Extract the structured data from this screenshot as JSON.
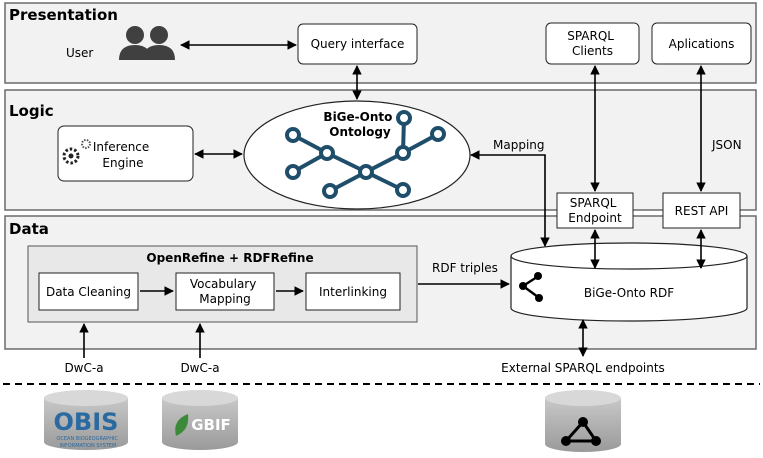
{
  "layers": {
    "presentation": "Presentation",
    "logic": "Logic",
    "data": "Data"
  },
  "presentation": {
    "user": "User",
    "query_interface": "Query interface",
    "sparql_clients": [
      "SPARQL",
      "Clients"
    ],
    "applications": "Aplications"
  },
  "logic": {
    "inference_engine": [
      "Inference",
      "Engine"
    ],
    "ontology": [
      "BiGe-Onto",
      "Ontology"
    ],
    "mapping": "Mapping",
    "json": "JSON",
    "sparql_endpoint": [
      "SPARQL",
      "Endpoint"
    ],
    "rest_api": "REST API"
  },
  "data": {
    "openrefine_title": "OpenRefine + RDFRefine",
    "data_cleaning": "Data Cleaning",
    "vocabulary_mapping": [
      "Vocabulary",
      "Mapping"
    ],
    "interlinking": "Interlinking",
    "rdf_triples": "RDF triples",
    "rdf_store": "BiGe-Onto RDF"
  },
  "sources": {
    "dwc_a_1": "DwC-a",
    "dwc_a_2": "DwC-a",
    "external": "External SPARQL endpoints",
    "obis_logo": "OBIS",
    "obis_sub": [
      "OCEAN BIOGEOGRAPHIC",
      "INFORMATION SYSTEM"
    ],
    "gbif_logo": "GBIF"
  },
  "colors": {
    "ontology_node": "#1f4e6b",
    "obis_blue": "#2b6aa0",
    "gbif_green": "#3a8a3a"
  },
  "icons": [
    "users-icon",
    "gear-icon",
    "share-icon",
    "database-icon"
  ]
}
